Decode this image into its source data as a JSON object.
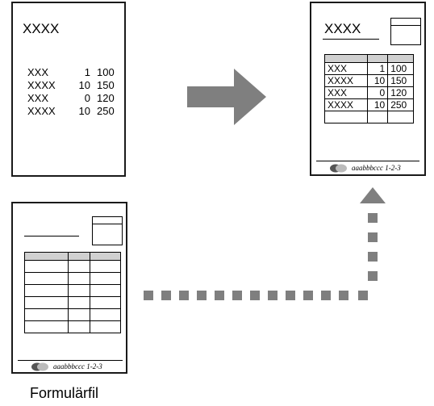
{
  "source_page": {
    "header": "XXXX",
    "rows": [
      {
        "name": "XXX",
        "qty": "1",
        "value": "100"
      },
      {
        "name": "XXXX",
        "qty": "10",
        "value": "150"
      },
      {
        "name": "XXX",
        "qty": "0",
        "value": "120"
      },
      {
        "name": "XXXX",
        "qty": "10",
        "value": "250"
      }
    ]
  },
  "result_page": {
    "header": "XXXX",
    "rows": [
      {
        "name": "XXX",
        "qty": "1",
        "value": "100"
      },
      {
        "name": "XXXX",
        "qty": "10",
        "value": "150"
      },
      {
        "name": "XXX",
        "qty": "0",
        "value": "120"
      },
      {
        "name": "XXXX",
        "qty": "10",
        "value": "250"
      }
    ],
    "footer": "aaabbbccc 1-2-3"
  },
  "form_page": {
    "footer": "aaabbbccc 1-2-3",
    "caption": "Formulärfil"
  },
  "colors": {
    "arrow": "#7f7f7f",
    "header_row": "#d0d0d0"
  }
}
